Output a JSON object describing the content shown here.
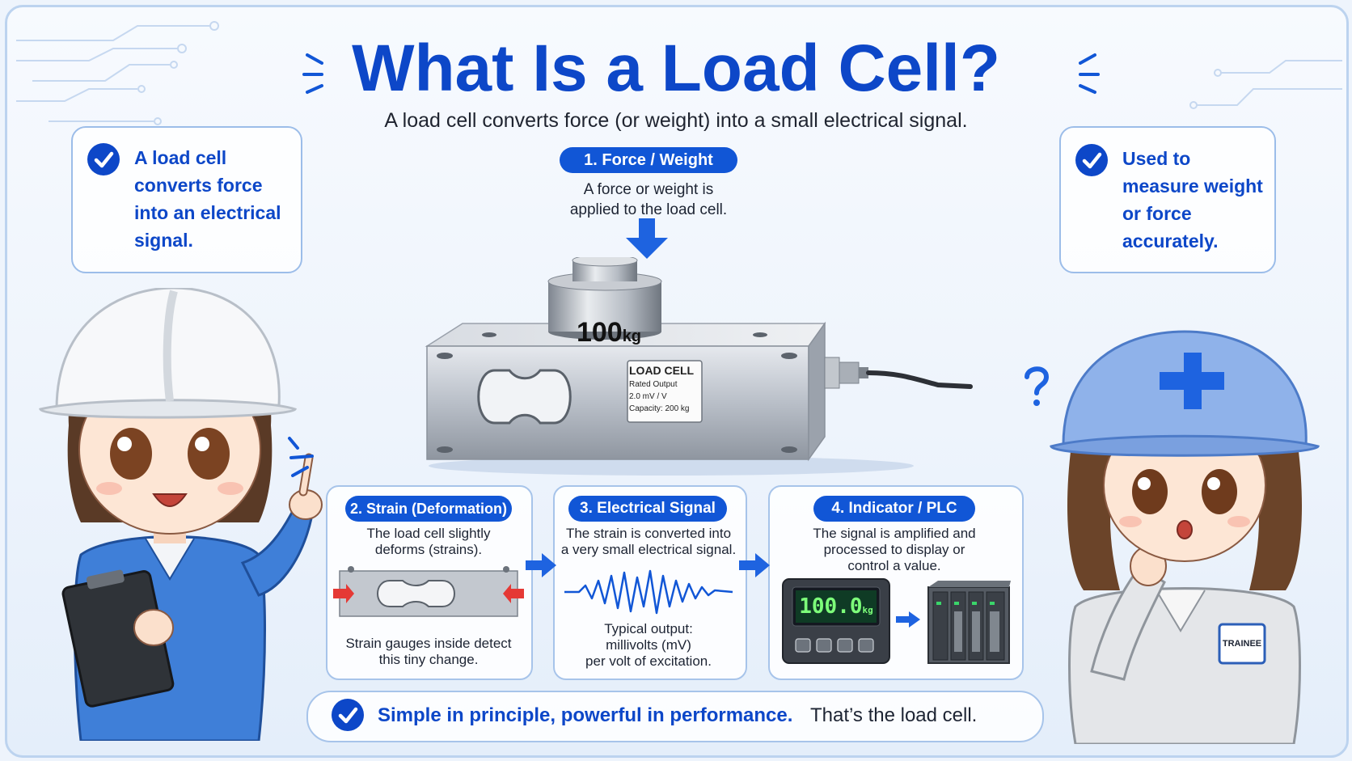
{
  "title": "What Is a Load Cell?",
  "subtitle": "A load cell converts force (or weight) into a small electrical signal.",
  "left_card": {
    "text_lines": [
      "A load cell",
      "converts force",
      "into an electrical",
      "signal."
    ]
  },
  "right_card": {
    "text_lines": [
      "Used to",
      "measure weight",
      "or force",
      "accurately."
    ]
  },
  "step1": {
    "label": "1. Force / Weight",
    "desc_lines": [
      "A force or weight is",
      "applied to the load cell."
    ]
  },
  "weight_label": {
    "number": "100",
    "unit": "kg"
  },
  "cell_label": {
    "title": "LOAD CELL",
    "line1": "Rated Output",
    "line2": "2.0 mV / V",
    "line3": "Capacity: 200 kg"
  },
  "step2": {
    "label": "2. Strain (Deformation)",
    "desc_lines": [
      "The load cell slightly",
      "deforms (strains)."
    ],
    "foot_lines": [
      "Strain gauges inside detect",
      "this tiny change."
    ]
  },
  "step3": {
    "label": "3. Electrical Signal",
    "desc_lines": [
      "The strain is converted into",
      "a very small electrical signal."
    ],
    "foot_lines": [
      "Typical output:",
      "millivolts (mV)",
      "per volt of excitation."
    ]
  },
  "step4": {
    "label": "4. Indicator / PLC",
    "desc_lines": [
      "The signal is amplified and",
      "processed to display or",
      "control a value."
    ],
    "display_value": "100.0",
    "display_unit": "kg"
  },
  "trainee_badge": "TRAINEE",
  "bottom": {
    "strong": "Simple in principle, powerful in performance.",
    "rest": "That’s the load cell."
  },
  "colors": {
    "accent": "#0d47c8",
    "pill": "#1156d6",
    "card_border": "#a7c4ea",
    "background": "#eef4fc"
  }
}
